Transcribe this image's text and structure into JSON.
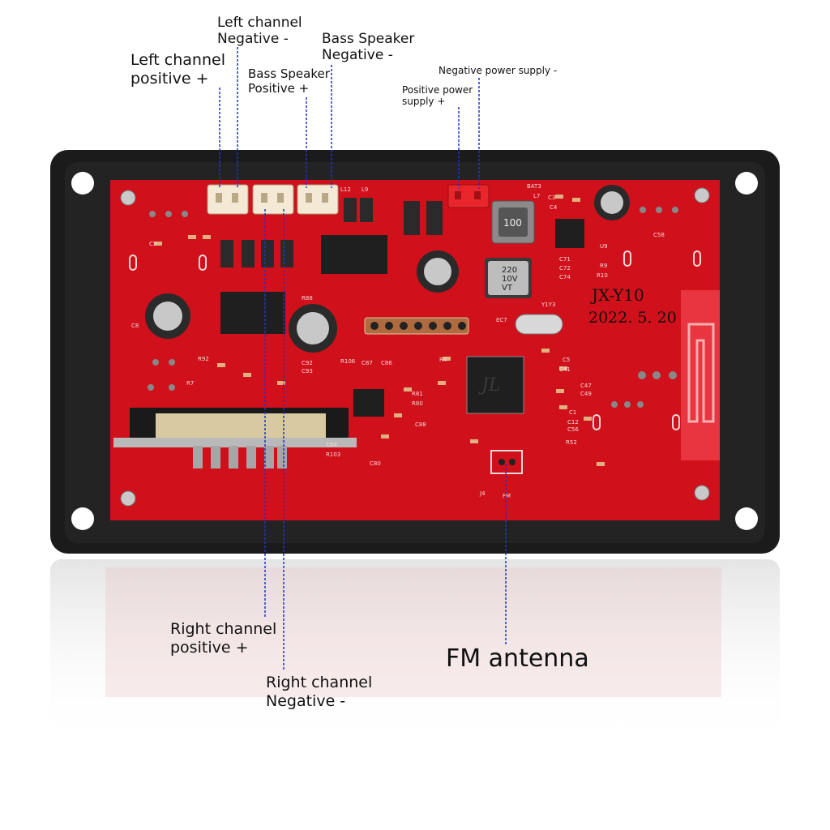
{
  "callouts": {
    "left_positive": "Left channel\npositive +",
    "left_negative": "Left channel\nNegative -",
    "bass_negative": "Bass Speaker\nNegative -",
    "bass_positive": "Bass Speaker\nPositive +",
    "power_negative": "Negative power supply -",
    "power_positive": "Positive power\nsupply  +",
    "right_positive": "Right channel\npositive +",
    "right_negative": "Right channel\nNegative -",
    "fm_antenna": "FM antenna"
  },
  "board": {
    "model": "JX-Y10",
    "date": "2022. 5. 20",
    "inductor_value": "100",
    "capacitor_value": "220\n10V\nVT",
    "chip_logo": "JL"
  },
  "colors": {
    "pcb": "#d0101a",
    "frame": "#1b1b1b",
    "leader_line": "#2233cc",
    "connector": "#f4e9d4",
    "power_connector": "#e8262c"
  }
}
